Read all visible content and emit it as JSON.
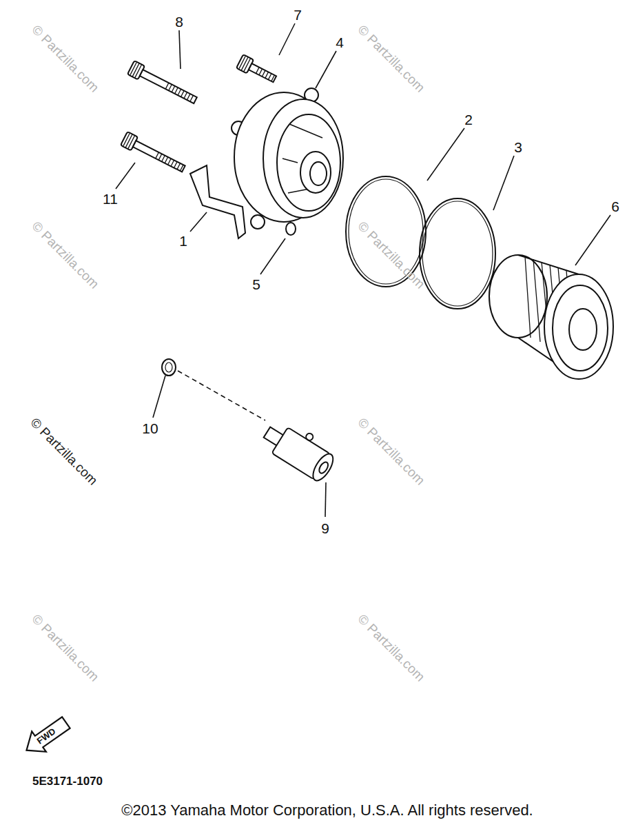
{
  "diagram": {
    "labels": [
      "8",
      "7",
      "4",
      "2",
      "3",
      "6",
      "11",
      "1",
      "5",
      "10",
      "9",
      "5E3171-1070",
      "©2013 Yamaha Motor Corporation, U.S.A. All rights reserved.",
      "FWD",
      "© Partzilla.com",
      "© Partzilla.com",
      "© Partzilla.com",
      "© Partzilla.com",
      "© Partzilla.com",
      "© Partzilla.com",
      "© Partzilla.com",
      "© Partzilla.com"
    ]
  }
}
